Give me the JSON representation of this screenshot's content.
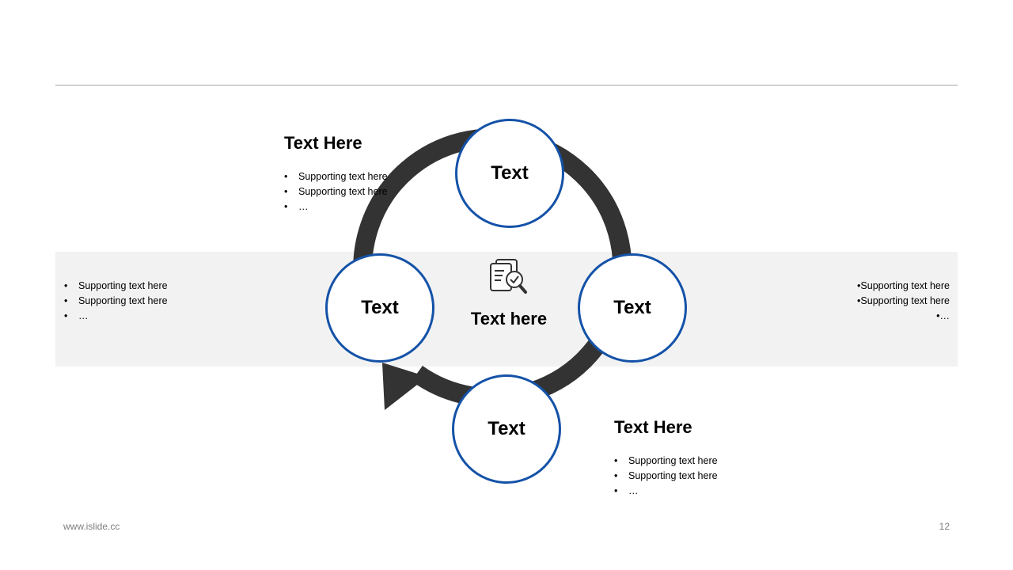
{
  "diagram": {
    "center_icon": "clipboard-check-search-icon",
    "center_label": "Text here",
    "nodes": [
      {
        "label": "Text"
      },
      {
        "label": "Text"
      },
      {
        "label": "Text"
      },
      {
        "label": "Text"
      }
    ],
    "colors": {
      "node_border": "#1452a8",
      "ring": "#333333",
      "band": "#f2f2f2"
    }
  },
  "blocks": {
    "top_left": {
      "title": "Text Here",
      "bullets": [
        "Supporting text here",
        "Supporting text here",
        "…"
      ]
    },
    "left": {
      "bullets": [
        "Supporting text here",
        "Supporting text here",
        "…"
      ]
    },
    "right": {
      "bullets": [
        "Supporting text here",
        "Supporting text here",
        "…"
      ]
    },
    "bottom_right": {
      "title": "Text Here",
      "bullets": [
        "Supporting text here",
        "Supporting text here",
        "…"
      ]
    }
  },
  "footer": {
    "url": "www.islide.cc",
    "page": "12"
  }
}
